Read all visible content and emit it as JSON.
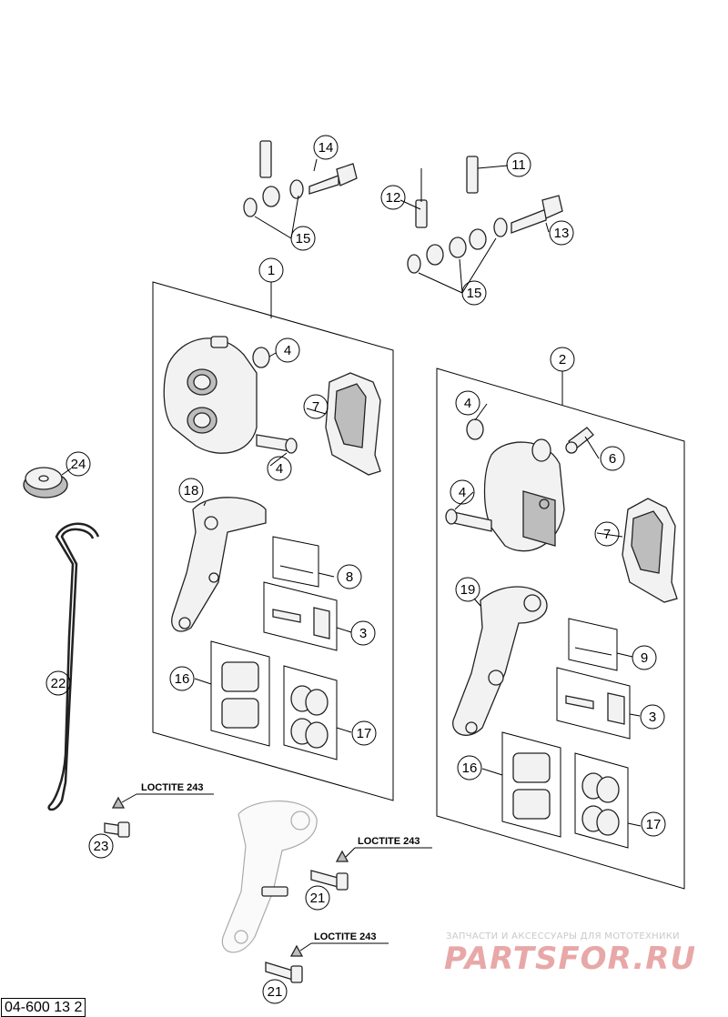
{
  "callouts": {
    "c1": "1",
    "c2": "2",
    "c3a": "3",
    "c3b": "3",
    "c4a": "4",
    "c4b": "4",
    "c4c": "4",
    "c4d": "4",
    "c6": "6",
    "c7a": "7",
    "c7b": "7",
    "c8": "8",
    "c9": "9",
    "c11": "11",
    "c12": "12",
    "c13": "13",
    "c14": "14",
    "c15a": "15",
    "c15b": "15",
    "c16a": "16",
    "c16b": "16",
    "c17a": "17",
    "c17b": "17",
    "c18": "18",
    "c19": "19",
    "c21a": "21",
    "c21b": "21",
    "c22": "22",
    "c23": "23",
    "c24": "24"
  },
  "notes": {
    "loctite_a": "LOCTITE 243",
    "loctite_b": "LOCTITE 243",
    "loctite_c": "LOCTITE 243"
  },
  "document_code": "04-600 13 2",
  "watermark": {
    "caption": "ЗАПЧАСТИ И АКСЕССУАРЫ ДЛЯ МОТОТЕХНИКИ",
    "logo": "PARTSFOR.RU"
  }
}
